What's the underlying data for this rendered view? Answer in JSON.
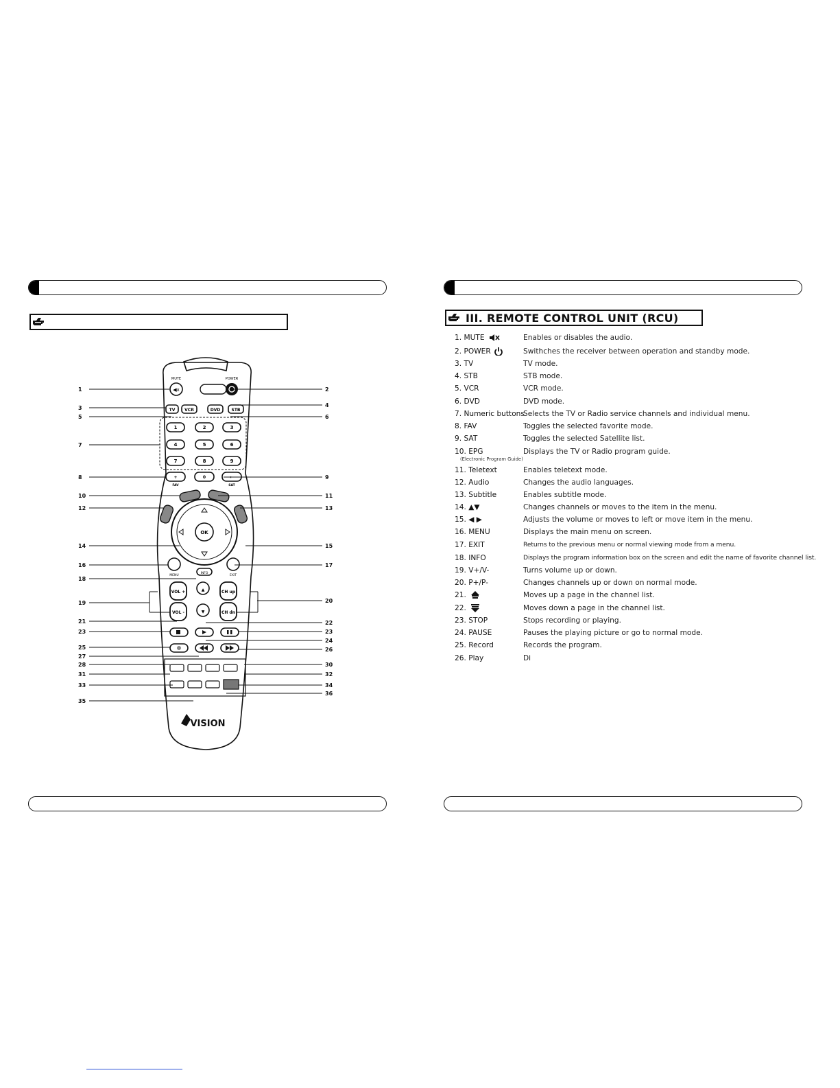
{
  "left_page": {
    "figure": {
      "remote_labels": {
        "mute": "MUTE",
        "power": "POWER",
        "tv": "TV",
        "vcr": "VCR",
        "dvd": "DVD",
        "stb": "STB",
        "digits": [
          "1",
          "2",
          "3",
          "4",
          "5",
          "6",
          "7",
          "8",
          "9",
          "0"
        ],
        "ok": "OK",
        "menu": "MENU",
        "info": "INFO",
        "exit": "EXIT",
        "vol_up": "VOL +",
        "vol_down": "VOL -",
        "ch_up": "CH up",
        "ch_down": "CH dn",
        "brand": "VISION",
        "fav": "FAV",
        "sat": "SAT"
      },
      "callouts_left": [
        "1",
        "3",
        "5",
        "7",
        "8",
        "10",
        "12",
        "14",
        "16",
        "18",
        "19",
        "21",
        "23",
        "25",
        "27",
        "28",
        "31",
        "33",
        "35"
      ],
      "callouts_right": [
        "2",
        "4",
        "6",
        "9",
        "11",
        "13",
        "15",
        "17",
        "20",
        "22",
        "23",
        "24",
        "26",
        "30",
        "32",
        "34",
        "36"
      ]
    }
  },
  "right_page": {
    "section_title": "III. REMOTE CONTROL UNIT (RCU)",
    "items": [
      {
        "label": "1. MUTE",
        "icon": "mute-icon",
        "desc": "Enables or disables the audio."
      },
      {
        "label": "2. POWER",
        "icon": "power-icon",
        "desc": "Swithches the receiver between operation and standby mode."
      },
      {
        "label": "3. TV",
        "desc": "TV mode."
      },
      {
        "label": "4. STB",
        "desc": "STB mode."
      },
      {
        "label": "5. VCR",
        "desc": "VCR mode."
      },
      {
        "label": "6. DVD",
        "desc": "DVD mode."
      },
      {
        "label": "7. Numeric buttons",
        "desc": "Selects the TV or Radio service channels and individual menu."
      },
      {
        "label": "8. FAV",
        "desc": "Toggles the selected favorite mode."
      },
      {
        "label": "9. SAT",
        "desc": "Toggles the selected Satellite list."
      },
      {
        "label": "10. EPG",
        "sublabel": "(Electronic Program Guide)",
        "desc": "Displays the TV or Radio program guide."
      },
      {
        "label": "11. Teletext",
        "desc": "Enables teletext mode."
      },
      {
        "label": "12. Audio",
        "desc": "Changes the audio languages."
      },
      {
        "label": "13. Subtitle",
        "desc": "Enables subtitle mode."
      },
      {
        "label": "14. ▲▼",
        "desc": "Changes channels or moves to the item in the menu."
      },
      {
        "label": "15. ◀ ▶",
        "desc": "Adjusts the volume or moves to left or move item in the menu."
      },
      {
        "label": "16. MENU",
        "desc": "Displays the main menu on screen."
      },
      {
        "label": "17. EXIT",
        "desc": "Returns to the previous menu or normal viewing mode from a menu."
      },
      {
        "label": "18. INFO",
        "desc": "Displays the program information box on the screen and edit the name of favorite channel list."
      },
      {
        "label": "19. V+/V-",
        "desc": "Turns volume up or down."
      },
      {
        "label": "20. P+/P-",
        "desc": "Changes channels up or down on normal mode."
      },
      {
        "label": "21.",
        "icon": "page-up-icon",
        "desc": "Moves up a page in the channel list."
      },
      {
        "label": "22.",
        "icon": "page-down-icon",
        "desc": "Moves down a page in the channel list."
      },
      {
        "label": "23. STOP",
        "desc": "Stops recording or playing."
      },
      {
        "label": "24. PAUSE",
        "desc": "Pauses the playing picture or go to normal mode."
      },
      {
        "label": "25. Record",
        "desc": "Records the program."
      },
      {
        "label": "26. Play",
        "desc": "Di"
      }
    ]
  }
}
